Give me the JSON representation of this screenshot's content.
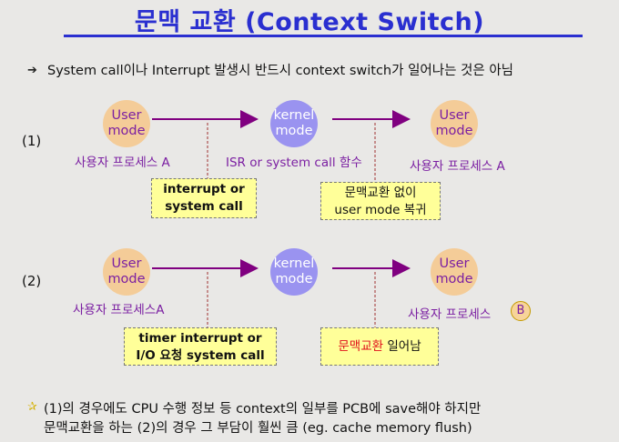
{
  "title": "문맥 교환 (Context Switch)",
  "intro": "System call이나 Interrupt 발생시 반드시 context switch가 일어나는 것은 아님",
  "icons": {
    "bullet": "arrow-bullet-icon",
    "footnote": "star-icon"
  },
  "case1": {
    "label": "(1)",
    "user_left": "User\nmode",
    "user_left_caption": "사용자 프로세스 A",
    "kernel": "kernel\nmode",
    "kernel_caption": "ISR or system call 함수",
    "user_right": "User\nmode",
    "user_right_caption": "사용자 프로세스 A",
    "note_left_line1": "interrupt or",
    "note_left_line2": "system call",
    "note_right_line1": "문맥교환 없이",
    "note_right_line2": "user mode 복귀"
  },
  "case2": {
    "label": "(2)",
    "user_left": "User\nmode",
    "user_left_caption": "사용자 프로세스A",
    "kernel": "kernel\nmode",
    "user_right": "User\nmode",
    "user_right_caption": "사용자 프로세스",
    "user_right_badge": "B",
    "note_left_line1": "timer interrupt or",
    "note_left_line2": "I/O 요청 system call",
    "note_right_highlight": "문맥교환",
    "note_right_rest": " 일어남"
  },
  "footnote": {
    "line1": "(1)의 경우에도 CPU 수행 정보 등 context의 일부를 PCB에 save해야 하지만",
    "line2": "문맥교환을 하는 (2)의 경우 그 부담이 훨씬 큼 (eg. cache memory flush)"
  },
  "colors": {
    "title": "#2a2fd0",
    "arrow": "#800080",
    "user_circle": "#f4cc98",
    "kernel_circle": "#9a93f0",
    "note_fill": "#ffff99",
    "highlight_red": "#e0101a"
  }
}
